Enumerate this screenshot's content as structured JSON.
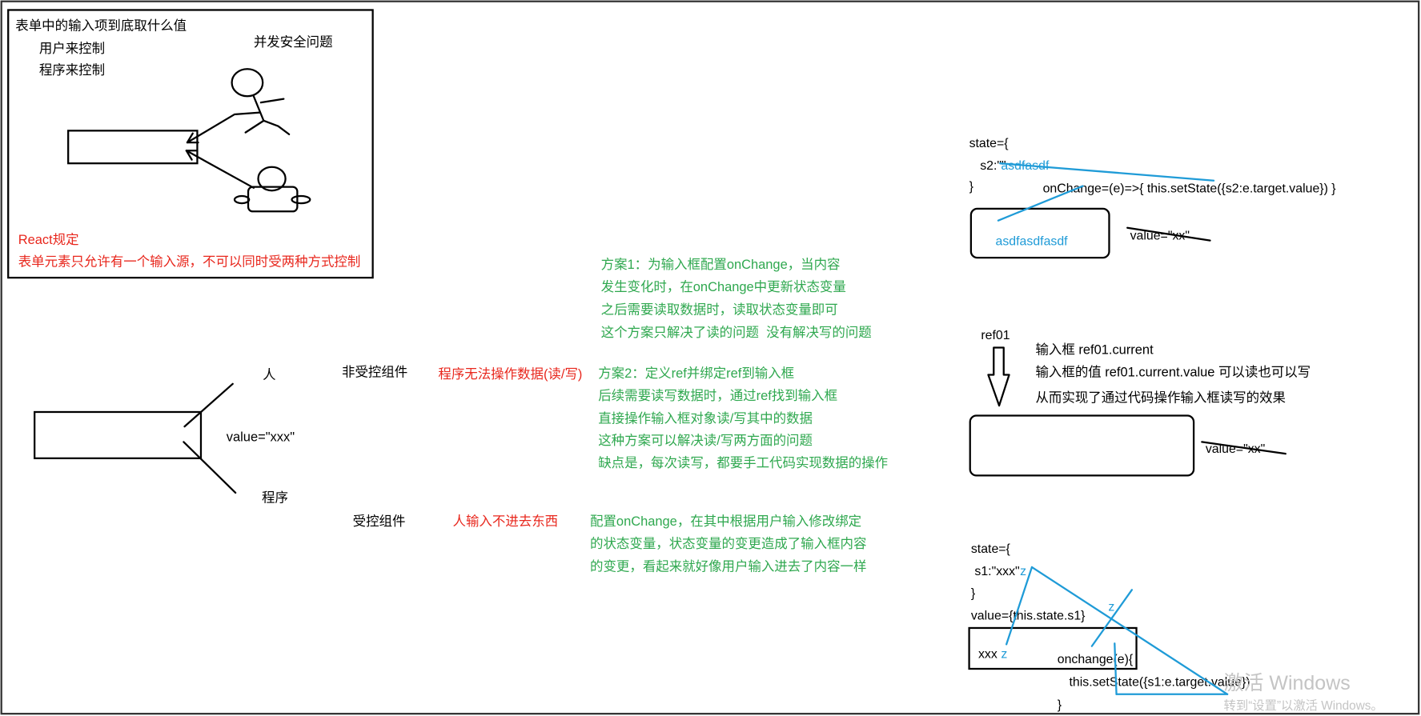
{
  "colors": {
    "background": "#ffffff",
    "border": "#333333",
    "ink": "#000000",
    "red": "#e8271d",
    "green": "#2fa84f",
    "blue": "#1f9bd7",
    "watermark": "#c4c4c4"
  },
  "top_panel": {
    "question": "表单中的输入项到底取什么值",
    "user_control": "用户来控制",
    "program_control": "程序来控制",
    "concurrency_note": "并发安全问题",
    "rule_title": "React规定",
    "rule_text": "表单元素只允许有一个输入源，不可以同时受两种方式控制"
  },
  "middle": {
    "person_label": "人",
    "value_label": "value=\"xxx\"",
    "program_label": "程序",
    "uncontrolled_label": "非受控组件",
    "uncontrolled_problem": "程序无法操作数据(读/写)",
    "controlled_label": "受控组件",
    "controlled_problem": "人输入不进去东西"
  },
  "solution1": [
    "方案1：为输入框配置onChange，当内容",
    "发生变化时，在onChange中更新状态变量",
    "之后需要读取数据时，读取状态变量即可",
    "这个方案只解决了读的问题  没有解决写的问题"
  ],
  "solution2": [
    "方案2：定义ref并绑定ref到输入框",
    "后续需要读写数据时，通过ref找到输入框",
    "直接操作输入框对象读/写其中的数据",
    "这种方案可以解决读/写两方面的问题",
    "缺点是，每次读写，都要手工代码实现数据的操作"
  ],
  "controlled_explanation": [
    "配置onChange，在其中根据用户输入修改绑定",
    "的状态变量，状态变量的变更造成了输入框内容",
    "的变更，看起来就好像用户输入进去了内容一样"
  ],
  "code_example_1": {
    "state_open": "state={",
    "s2_key": "s2:\"\"",
    "s2_typed": "asdfasdf",
    "state_close": "}",
    "onchange": "onChange=(e)=>{ this.setState({s2:e.target.value}) }",
    "input_text": "asdfasdfasdf",
    "struck_value": "value=\"xx\""
  },
  "ref_example": {
    "ref_name": "ref01",
    "notes": [
      "输入框 ref01.current",
      "输入框的值 ref01.current.value 可以读也可以写",
      "从而实现了通过代码操作输入框读写的效果"
    ],
    "struck_value": "value=\"xx\""
  },
  "code_example_2": {
    "state_open": "state={",
    "s1_value": "s1:\"xxx\"",
    "s1_typed": "z",
    "state_close": "}",
    "value_binding": "value={this.state.s1}",
    "input_text": "xxx",
    "input_typed": "z",
    "handler_open": "onchange(e){",
    "handler_body": "this.setState({s1:e.target.value})",
    "handler_close": "}",
    "flow_char": "z"
  },
  "watermark": {
    "title": "激活 Windows",
    "subtitle": "转到“设置”以激活 Windows。"
  }
}
